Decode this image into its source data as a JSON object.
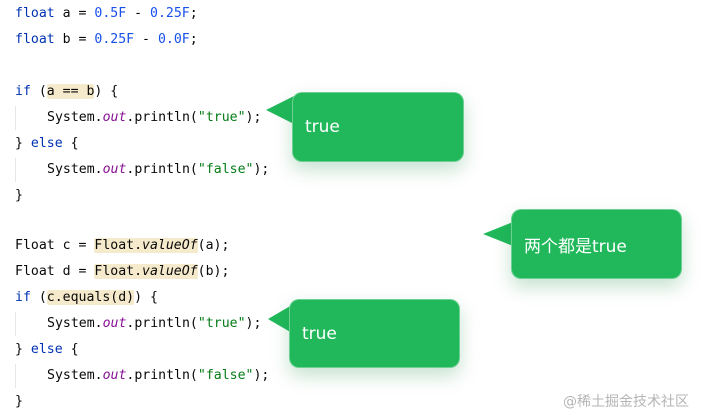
{
  "code": {
    "line1": {
      "kw": "float",
      "name": " a = ",
      "n1": "0.5F",
      "op": " - ",
      "n2": "0.25F",
      "end": ";"
    },
    "line2": {
      "kw": "float",
      "name": " b = ",
      "n1": "0.25F",
      "op": " - ",
      "n2": "0.0F",
      "end": ";"
    },
    "line3": {
      "kw": "if",
      "pre": " (",
      "hl": "a == b",
      "post": ") {"
    },
    "line4": {
      "pre": "System.",
      "fld": "out",
      "mid": ".println(",
      "str": "\"true\"",
      "end": ");"
    },
    "line5": {
      "pre": "} ",
      "kw": "else",
      "post": " {"
    },
    "line6": {
      "pre": "System.",
      "fld": "out",
      "mid": ".println(",
      "str": "\"false\"",
      "end": ");"
    },
    "line7": {
      "text": "}"
    },
    "line8": {
      "pre": "Float c = ",
      "hl1": "Float.",
      "hl2": "valueOf",
      "post": "(a);"
    },
    "line9": {
      "pre": "Float d = ",
      "hl1": "Float.",
      "hl2": "valueOf",
      "post": "(b);"
    },
    "line10": {
      "kw": "if",
      "pre": " (",
      "hl": "c.equals(d)",
      "post": ") {"
    },
    "line11": {
      "pre": "System.",
      "fld": "out",
      "mid": ".println(",
      "str": "\"true\"",
      "end": ");"
    },
    "line12": {
      "pre": "} ",
      "kw": "else",
      "post": " {"
    },
    "line13": {
      "pre": "System.",
      "fld": "out",
      "mid": ".println(",
      "str": "\"false\"",
      "end": ");"
    },
    "line14": {
      "text": "}"
    }
  },
  "callouts": {
    "first": "true",
    "second": "两个都是true",
    "third": "true"
  },
  "watermark": "@稀土掘金技术社区",
  "colors": {
    "bubble": "#20b85a",
    "keyword": "#0033b3",
    "number": "#1750eb",
    "string": "#067d17",
    "field": "#871094",
    "highlight": "#f5eacb"
  }
}
